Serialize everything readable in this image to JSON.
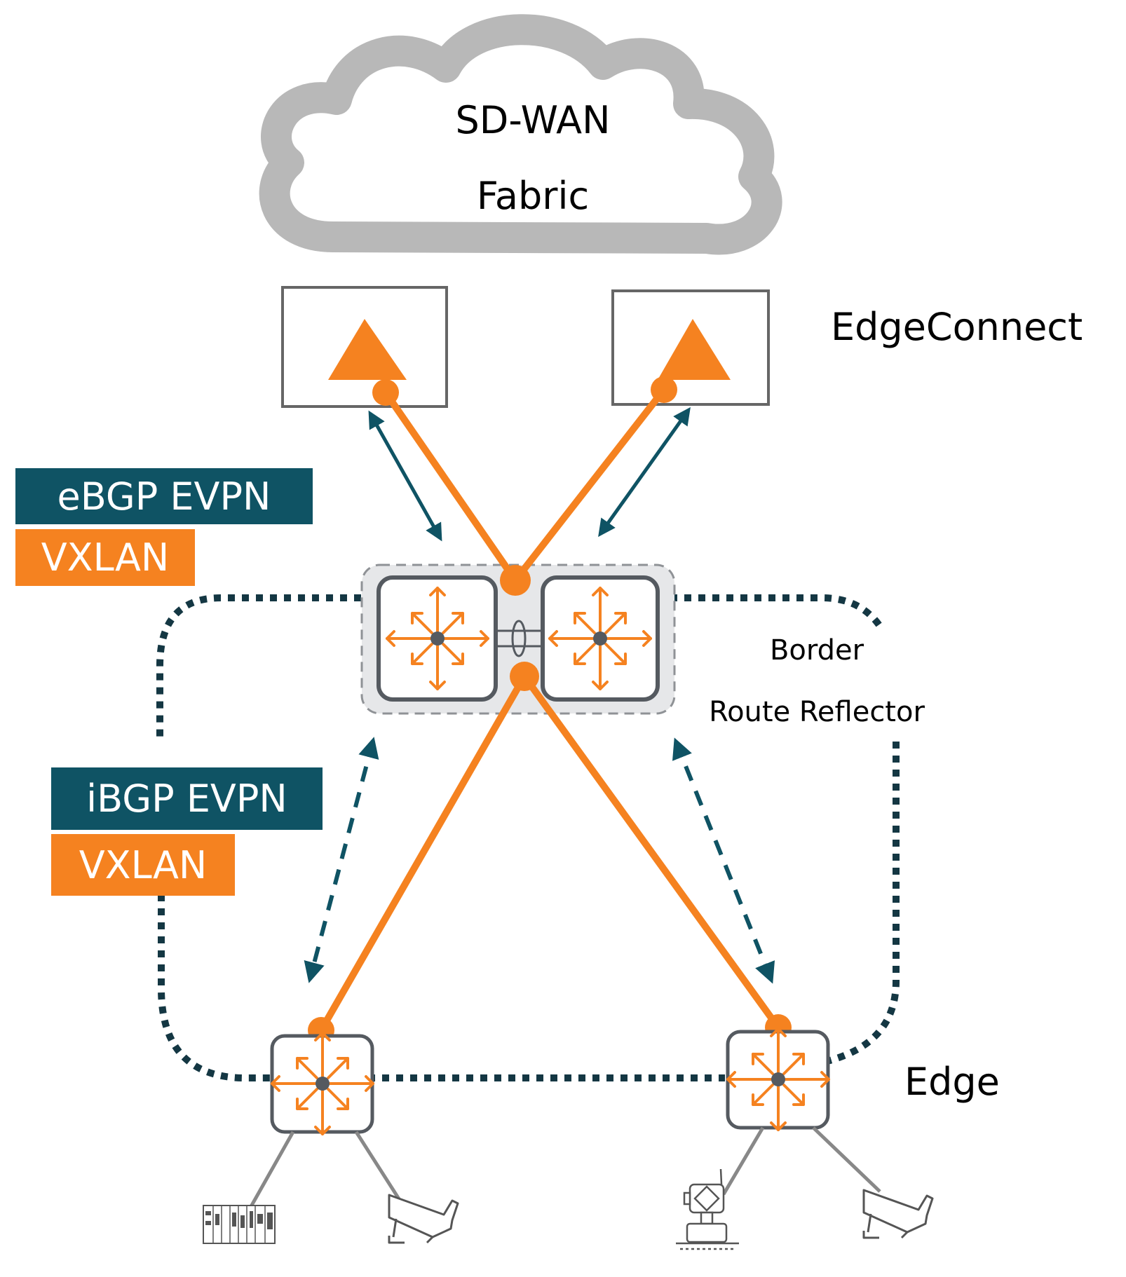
{
  "cloud": {
    "line1": "SD-WAN",
    "line2": "Fabric"
  },
  "labels": {
    "edgeconnect": "EdgeConnect",
    "border": "Border",
    "route_reflector": "Route Reflector",
    "edge": "Edge"
  },
  "badges": {
    "ebgp": "eBGP EVPN",
    "ebgp_vxlan": "VXLAN",
    "ibgp": "iBGP EVPN",
    "ibgp_vxlan": "VXLAN"
  },
  "colors": {
    "teal": "#0f5364",
    "orange": "#f58220",
    "cloud_gray": "#b8b8b8",
    "fabric_dotted": "#143743"
  },
  "icons": {
    "edgeconnect": "triangle-icon",
    "switch": "switch-arrows-icon",
    "endpoints": [
      "plc-rack-icon",
      "security-camera-icon",
      "pressure-transmitter-icon",
      "security-camera-icon"
    ]
  }
}
